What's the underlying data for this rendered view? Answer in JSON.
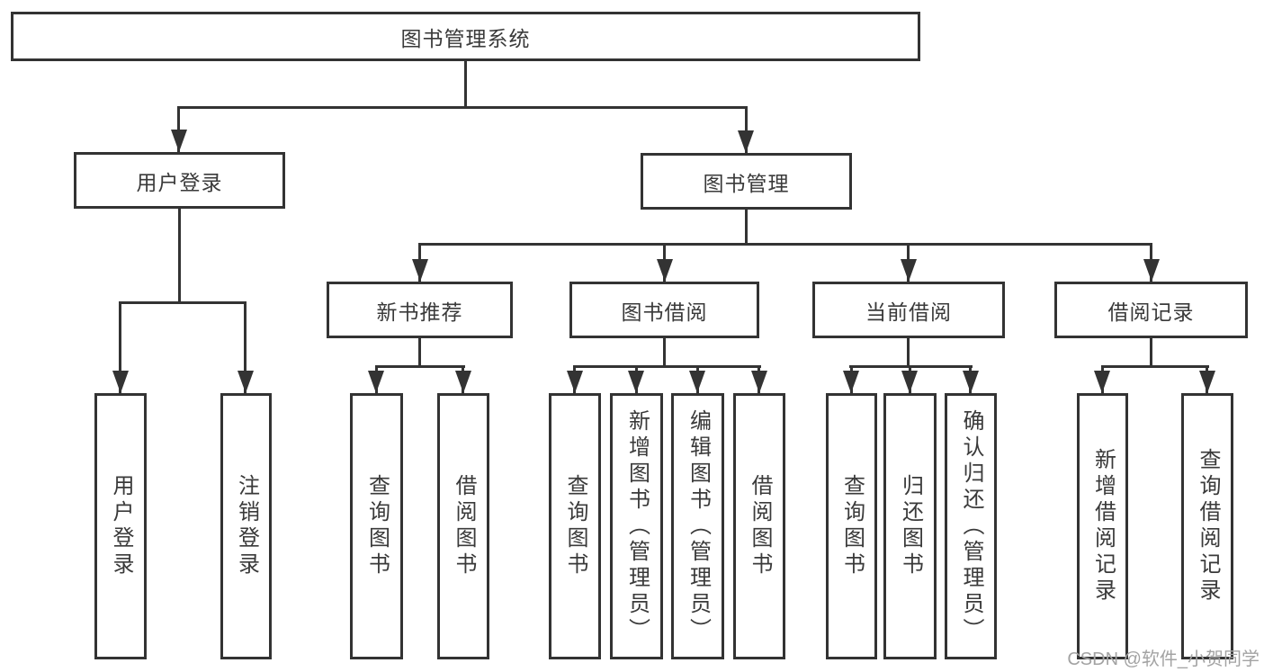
{
  "diagram": {
    "root": {
      "label": "图书管理系统"
    },
    "level2": [
      {
        "label": "用户登录"
      },
      {
        "label": "图书管理"
      }
    ],
    "level3": [
      {
        "label": "新书推荐"
      },
      {
        "label": "图书借阅"
      },
      {
        "label": "当前借阅"
      },
      {
        "label": "借阅记录"
      }
    ],
    "leaves": {
      "user_login": [
        "用户登录",
        "注销登录"
      ],
      "new_book_rec": [
        "查询图书",
        "借阅图书"
      ],
      "book_borrow": [
        "查询图书",
        "新增图书（管理员）",
        "编辑图书（管理员）",
        "借阅图书"
      ],
      "current_borrow": [
        "查询图书",
        "归还图书",
        "确认归还（管理员）"
      ],
      "borrow_records": [
        "新增借阅记录",
        "查询借阅记录"
      ]
    },
    "watermark": "CSDN @软件_小贺同学",
    "colors": {
      "line": "#333333",
      "box_bg": "#ffffff",
      "text": "#3a3a3a",
      "watermark": "#a3a3a3"
    }
  }
}
